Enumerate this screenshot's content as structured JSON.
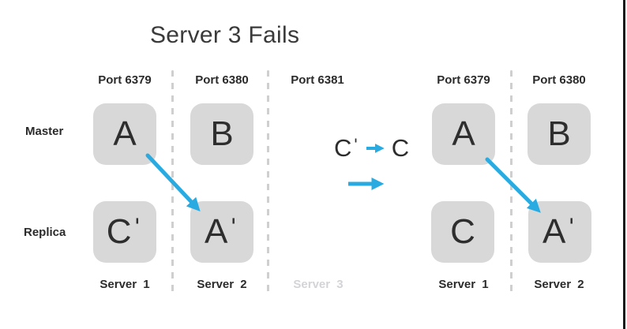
{
  "title": "Server 3 Fails",
  "colors": {
    "arrow_blue": "#29abe2",
    "node_fill": "#d8d8d8",
    "text_dark": "#2b2b2b",
    "title_gray": "#3a3a3a",
    "failed_server_gray": "#d4d4d8",
    "divider_gray": "#cfcfcf"
  },
  "left_cluster": {
    "ports": [
      "Port 6379",
      "Port 6380",
      "Port 6381"
    ],
    "row_labels": {
      "master": "Master",
      "replica": "Replica"
    },
    "masters": [
      "A",
      "B"
    ],
    "replicas": [
      "Cˈ",
      "Aˈ"
    ],
    "servers": [
      {
        "label": "Server 1",
        "status": "active"
      },
      {
        "label": "Server 2",
        "status": "active"
      },
      {
        "label": "Server 3",
        "status": "failed"
      }
    ]
  },
  "transition": {
    "from": "Cˈ",
    "to": "C"
  },
  "right_cluster": {
    "ports": [
      "Port 6379",
      "Port 6380"
    ],
    "masters": [
      "A",
      "B"
    ],
    "replicas": [
      "C",
      "Aˈ"
    ],
    "servers": [
      {
        "label": "Server 1",
        "status": "active"
      },
      {
        "label": "Server 2",
        "status": "active"
      }
    ]
  }
}
